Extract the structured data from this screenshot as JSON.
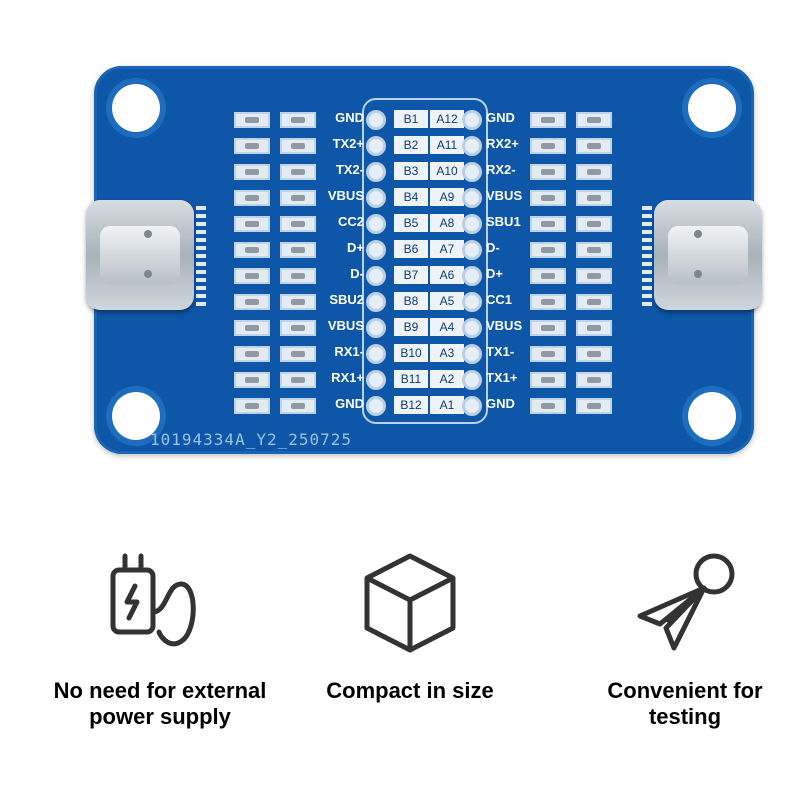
{
  "board": {
    "serial": "10194334A_Y2_250725",
    "left_signals": [
      "GND",
      "TX2+",
      "TX2-",
      "VBUS",
      "CC2",
      "D+",
      "D-",
      "SBU2",
      "VBUS",
      "RX1-",
      "RX1+",
      "GND"
    ],
    "right_signals": [
      "GND",
      "RX2+",
      "RX2-",
      "VBUS",
      "SBU1",
      "D-",
      "D+",
      "CC1",
      "VBUS",
      "TX1-",
      "TX1+",
      "GND"
    ],
    "b_pins": [
      "B1",
      "B2",
      "B3",
      "B4",
      "B5",
      "B6",
      "B7",
      "B8",
      "B9",
      "B10",
      "B11",
      "B12"
    ],
    "a_pins": [
      "A12",
      "A11",
      "A10",
      "A9",
      "A8",
      "A7",
      "A6",
      "A5",
      "A4",
      "A3",
      "A2",
      "A1"
    ],
    "colors": {
      "pcb": "#0d56a8",
      "silkscreen": "#ffffff"
    }
  },
  "features": [
    {
      "icon": "charger-plug-icon",
      "label": "No need for external power supply"
    },
    {
      "icon": "cube-icon",
      "label": "Compact in size"
    },
    {
      "icon": "probe-tester-icon",
      "label": "Convenient for testing"
    }
  ]
}
